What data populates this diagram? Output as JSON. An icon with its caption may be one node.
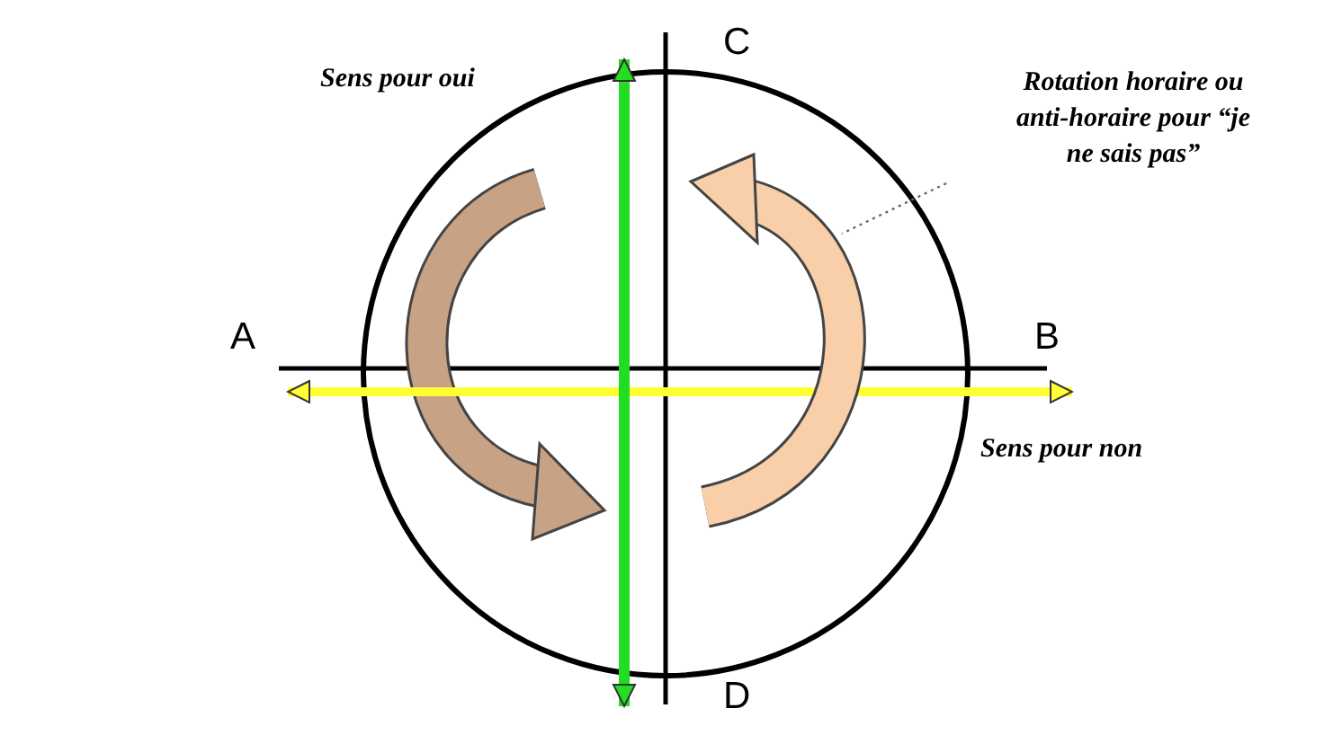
{
  "diagram": {
    "nodes": [
      {
        "text": [
          "Rotation horaire ou anti-horaire pour “je ne sais pas”"
        ]
      },
      {
        "text": [],
        "shape": "arrow"
      }
    ],
    "edges": [
      {
        "from": 0,
        "to": 1,
        "arrow": "none",
        "style": "dashed"
      }
    ],
    "labels": [
      "C",
      "Sens pour oui",
      "A",
      "B",
      "Sens pour non",
      "D"
    ]
  }
}
